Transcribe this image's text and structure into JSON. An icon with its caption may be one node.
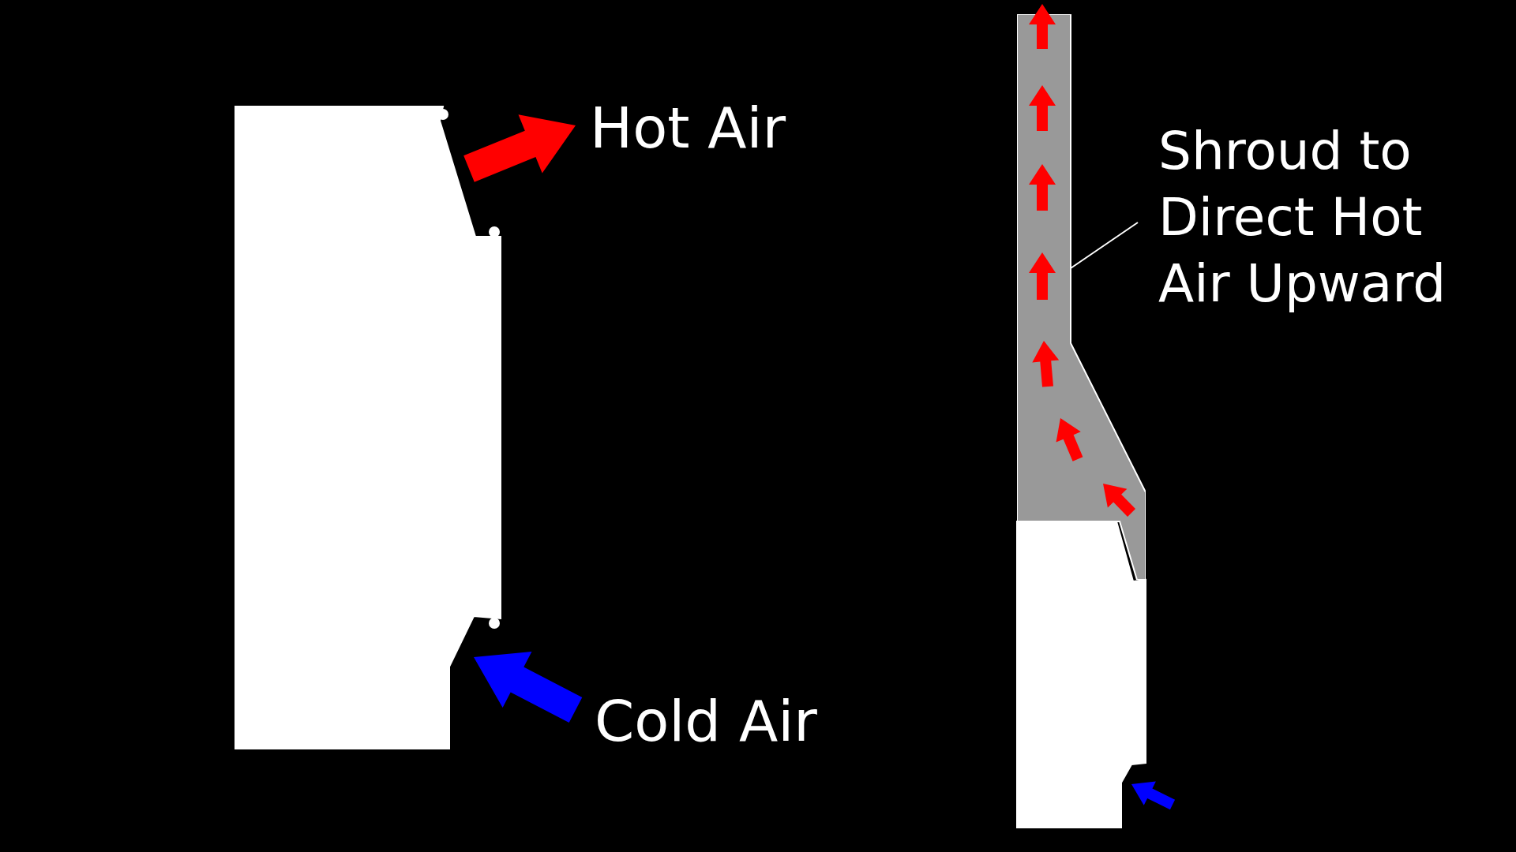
{
  "diagram": {
    "nodes": [
      {
        "text": [
          "Shroud to Direct Hot Air Upward"
        ]
      },
      {
        "text": [],
        "shape": "box"
      }
    ],
    "edges": [
      {
        "from": 0,
        "to": 1,
        "arrow": "none"
      }
    ],
    "labels": [
      "Hot Air",
      "Cold Air"
    ]
  }
}
